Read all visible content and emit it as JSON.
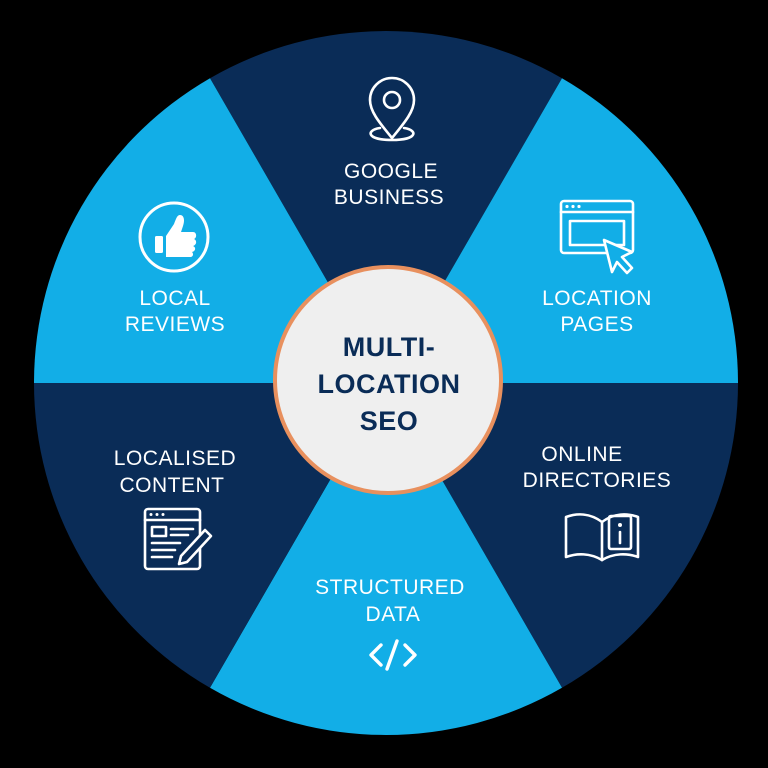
{
  "colors": {
    "background": "#000000",
    "light_segment": "#12aee7",
    "dark_segment": "#0a2c57",
    "center_fill": "#efefef",
    "center_border": "#e8905e",
    "center_text": "#0a2c57",
    "label_text": "#ffffff"
  },
  "center": {
    "line1": "MULTI-",
    "line2": "LOCATION",
    "line3": "SEO"
  },
  "segments": {
    "google_business": {
      "line1": "GOOGLE",
      "line2": "BUSINESS",
      "icon": "map-pin-icon"
    },
    "location_pages": {
      "line1": "LOCATION",
      "line2": "PAGES",
      "icon": "browser-cursor-icon"
    },
    "online_directories": {
      "line1": "ONLINE",
      "line2": "DIRECTORIES",
      "icon": "info-book-icon"
    },
    "structured_data": {
      "line1": "STRUCTURED",
      "line2": "DATA",
      "icon": "code-icon"
    },
    "localised_content": {
      "line1": "LOCALISED",
      "line2": "CONTENT",
      "icon": "document-pen-icon"
    },
    "local_reviews": {
      "line1": "LOCAL",
      "line2": "REVIEWS",
      "icon": "thumbs-up-icon"
    }
  }
}
